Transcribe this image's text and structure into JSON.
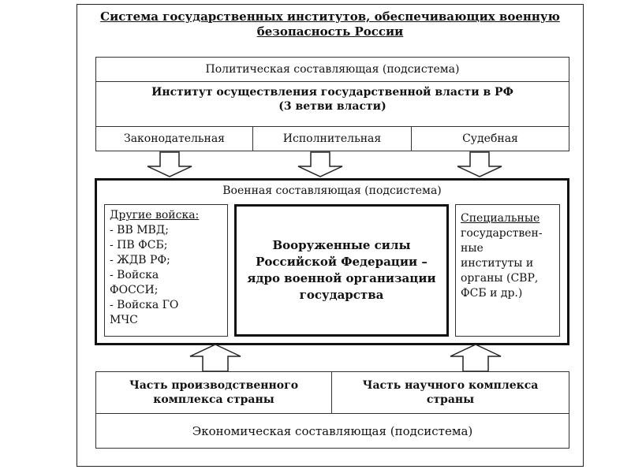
{
  "title": {
    "line1": "Система государственных институтов, обеспечивающих военную",
    "line2": "безопасность России"
  },
  "political": {
    "header": "Политическая составляющая (подсистема)",
    "institute_line1": "Институт осуществления государственной власти в РФ",
    "institute_line2": "(3 ветви власти)",
    "branches": [
      "Законодательная",
      "Исполнительная",
      "Судебная"
    ]
  },
  "military": {
    "header": "Военная составляющая (подсистема)",
    "other_troops": {
      "heading": "Другие войска:",
      "items": [
        "- ВВ МВД;",
        "- ПВ ФСБ;",
        "- ЖДВ РФ;",
        "- Войска",
        "ФОССИ;",
        "- Войска ГО",
        "МЧС"
      ]
    },
    "core": {
      "line1": "Вооруженные силы",
      "line2": "Российской Федерации –",
      "line3": "ядро военной организации",
      "line4": "государства"
    },
    "special": {
      "lines": [
        "Специальные",
        "государствен-",
        "ные",
        "институты и",
        "органы (СВР,",
        "ФСБ и др.)"
      ]
    }
  },
  "economic": {
    "production_line1": "Часть производственного",
    "production_line2": "комплекса страны",
    "science_line1": "Часть научного комплекса",
    "science_line2": "страны",
    "footer": "Экономическая составляющая (подсистема)"
  },
  "colors": {
    "border": "#222222",
    "background": "#ffffff",
    "text": "#111111"
  }
}
